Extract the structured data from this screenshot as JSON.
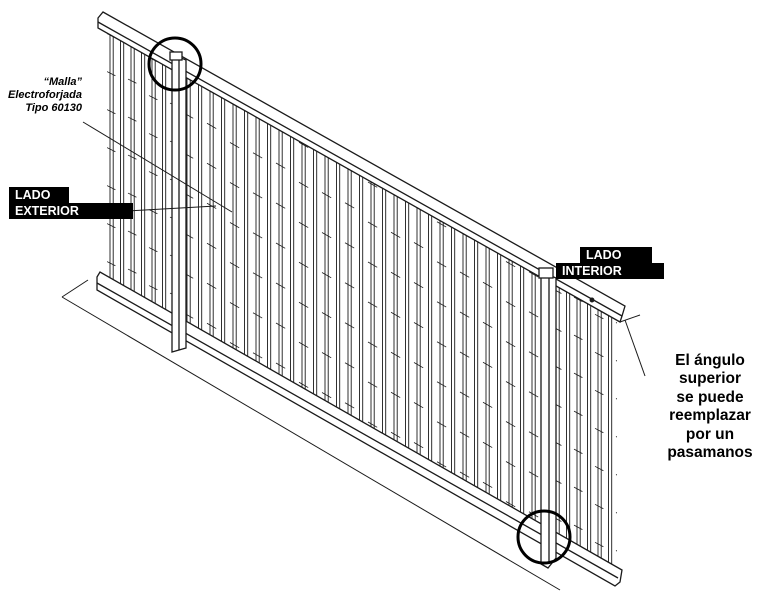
{
  "labels": {
    "malla": [
      "“Malla”",
      "Electroforjada",
      "Tipo 60130"
    ],
    "lado_exterior": [
      "LADO",
      "EXTERIOR"
    ],
    "lado_interior": [
      "LADO",
      "INTERIOR"
    ],
    "angulo": [
      "El ángulo",
      "superior",
      "se puede",
      "reemplazar",
      "por un",
      "pasamanos"
    ]
  },
  "colors": {
    "line": "#1a1a1a",
    "panel_fill": "#ffffff",
    "tag_bg": "#000000",
    "tag_text": "#ffffff"
  }
}
